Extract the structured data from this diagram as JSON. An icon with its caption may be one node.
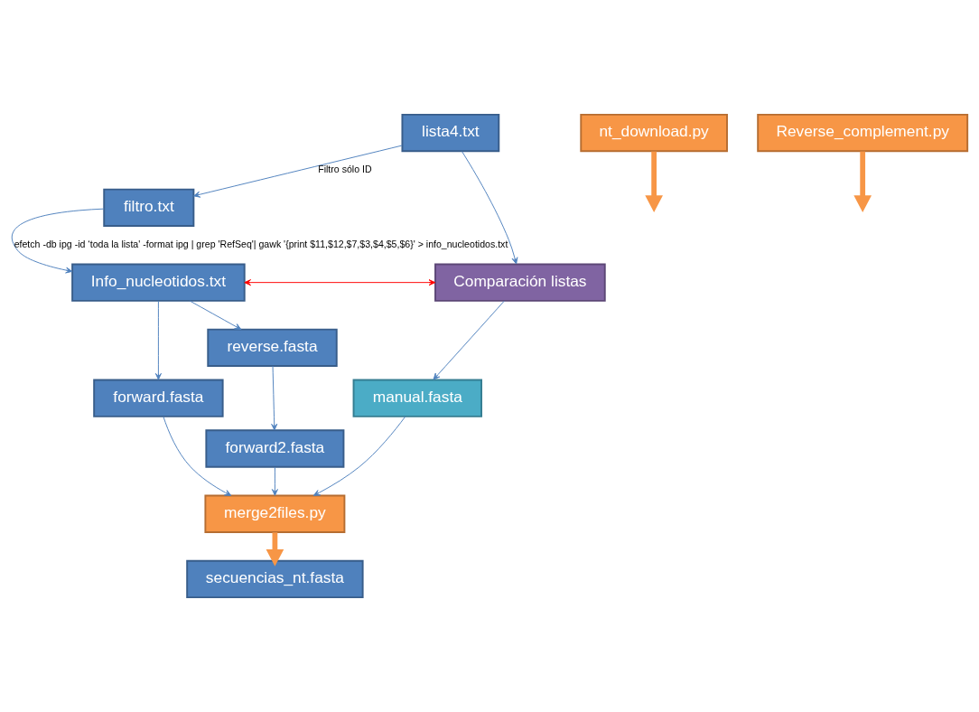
{
  "diagram": {
    "nodes": [
      {
        "text": [
          "lista4.txt"
        ]
      },
      {
        "text": [
          "filtro.txt"
        ]
      },
      {
        "text": [
          "Info_nucleotidos.txt"
        ]
      },
      {
        "text": [
          "Comparación listas"
        ]
      },
      {
        "text": [
          "nt_download.py"
        ]
      },
      {
        "text": [
          "manual.fasta"
        ]
      },
      {
        "text": [
          "forward.fasta"
        ]
      },
      {
        "text": [
          "reverse.fasta"
        ]
      },
      {
        "text": [
          "Reverse_complement.py"
        ]
      },
      {
        "text": [
          "forward2.fasta"
        ]
      },
      {
        "text": [
          "merge2files.py"
        ]
      },
      {
        "text": [
          "secuencias_nt.fasta"
        ]
      }
    ],
    "edges": [
      {
        "from": 0,
        "to": 1,
        "arrow": "to",
        "label": "Filtro sólo ID"
      },
      {
        "from": 1,
        "to": 2,
        "arrow": "to",
        "label": "efetch -db ipg -id ‘toda la lista' -format ipg | grep 'RefSeq'| gawk '{print $11,$12,$7,$3,$4,$5,$6}' > info_nucleotidos.txt"
      },
      {
        "from": 0,
        "to": 3,
        "arrow": "to"
      },
      {
        "from": 2,
        "to": 3,
        "arrow": "both",
        "color": "#ff0000"
      },
      {
        "from": 2,
        "to": 6,
        "arrow": "to"
      },
      {
        "from": 2,
        "to": 7,
        "arrow": "to"
      },
      {
        "from": 4,
        "to": null,
        "arrow": "to",
        "style": "thick",
        "color": "#f79646"
      },
      {
        "from": 3,
        "to": 5,
        "arrow": "to"
      },
      {
        "from": 7,
        "to": 9,
        "arrow": "to"
      },
      {
        "from": 8,
        "to": null,
        "arrow": "to",
        "style": "thick",
        "color": "#f79646"
      },
      {
        "from": 6,
        "to": 10,
        "arrow": "to"
      },
      {
        "from": 9,
        "to": 10,
        "arrow": "to"
      },
      {
        "from": 5,
        "to": 10,
        "arrow": "to"
      },
      {
        "from": 10,
        "to": 11,
        "arrow": "to",
        "style": "thick",
        "color": "#f79646"
      }
    ]
  }
}
